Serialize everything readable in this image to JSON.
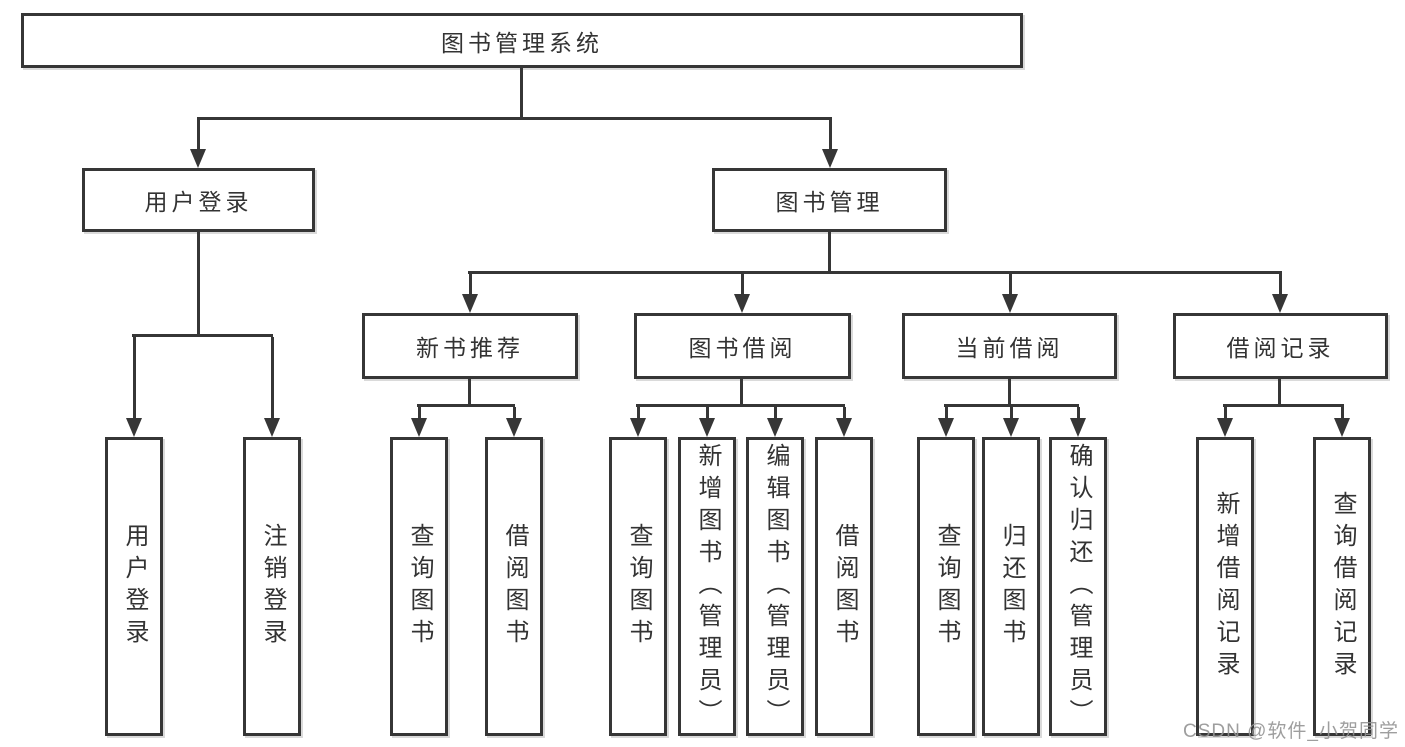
{
  "diagram": {
    "type": "hierarchy-tree",
    "title": "图书管理系统",
    "colors": {
      "line": "#363636",
      "text": "#333333",
      "background": "#ffffff",
      "watermark": "#949494"
    }
  },
  "root": {
    "label": "图书管理系统"
  },
  "level2": {
    "user_login": "用户登录",
    "book_mgmt": "图书管理"
  },
  "level3": {
    "new_book_rec": "新书推荐",
    "book_borrow": "图书借阅",
    "current_borrow": "当前借阅",
    "borrow_records": "借阅记录"
  },
  "leaves": {
    "user_login": [
      "用户登录",
      "注销登录"
    ],
    "new_book_rec": [
      "查询图书",
      "借阅图书"
    ],
    "book_borrow": [
      "查询图书",
      "新增图书（管理员）",
      "编辑图书（管理员）",
      "借阅图书"
    ],
    "current_borrow": [
      "查询图书",
      "归还图书",
      "确认归还（管理员）"
    ],
    "borrow_records": [
      "新增借阅记录",
      "查询借阅记录"
    ]
  },
  "watermark": {
    "text": "CSDN @软件_小贺同学"
  }
}
